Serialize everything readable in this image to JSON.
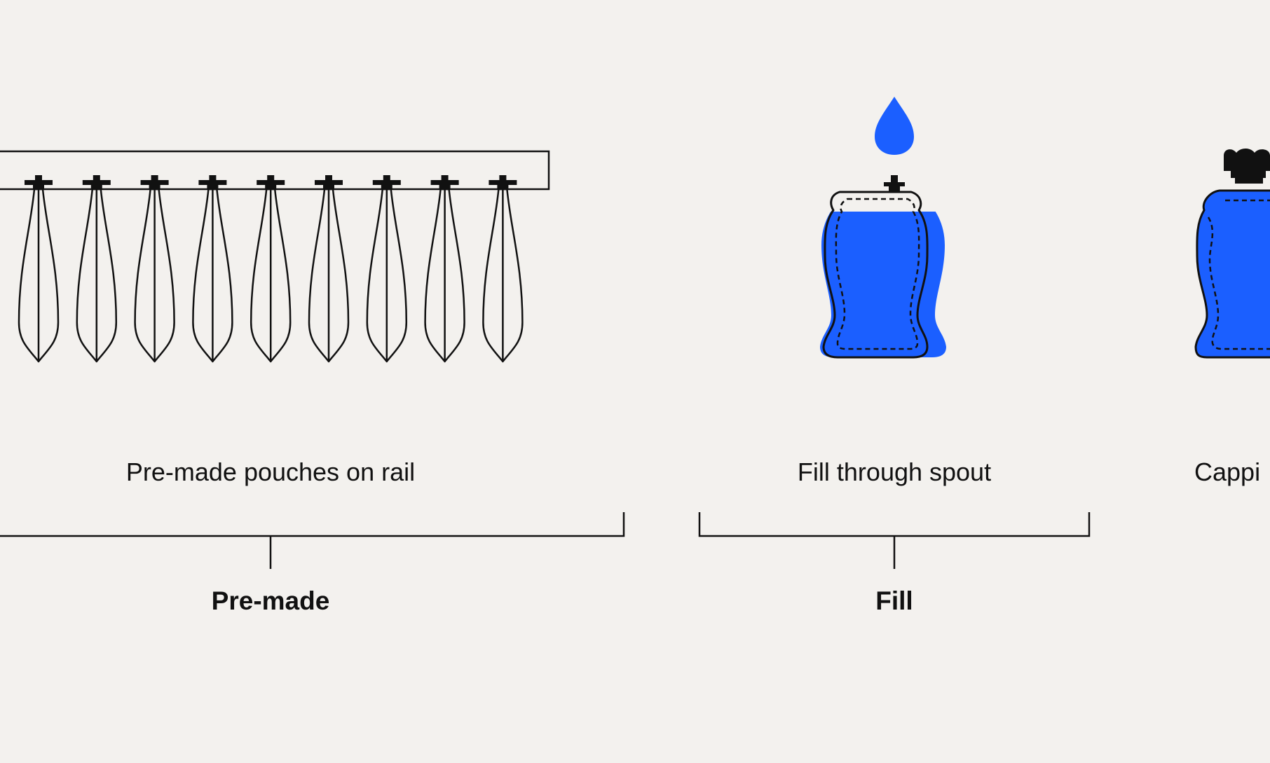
{
  "steps": [
    {
      "caption": "Pre-made pouches on rail"
    },
    {
      "caption": "Fill through spout"
    },
    {
      "caption": "Cappi"
    }
  ],
  "groups": [
    {
      "label": "Pre-made"
    },
    {
      "label": "Fill"
    }
  ],
  "rail": {
    "pouch_count": 9
  },
  "colors": {
    "background": "#f3f1ee",
    "liquid": "#1b5fff",
    "ink": "#111111"
  },
  "icons": {
    "rail": "pouch-rail",
    "pouch": "empty-pouch-icon",
    "drop": "liquid-drop-icon",
    "filled_pouch": "filled-pouch-icon",
    "capped_pouch": "capped-pouch-icon"
  }
}
